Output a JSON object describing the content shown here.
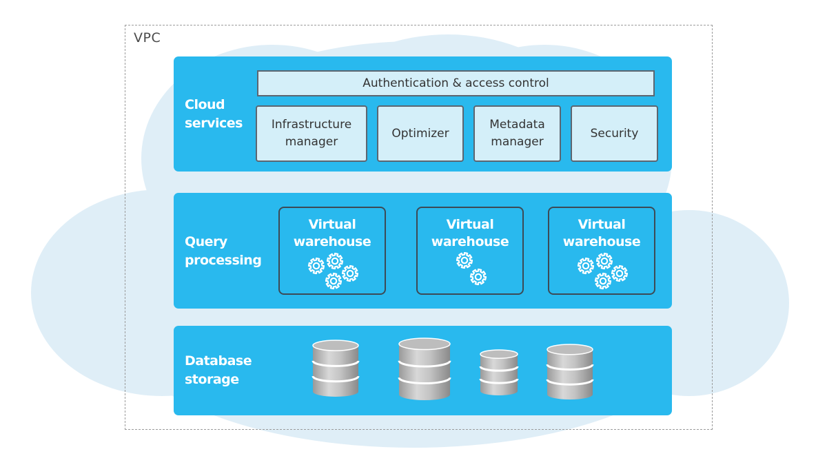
{
  "vpc": {
    "label": "VPC"
  },
  "layers": {
    "cloud_services": {
      "label": "Cloud\nservices",
      "auth_bar": "Authentication & access control",
      "services": [
        {
          "label": "Infrastructure\nmanager"
        },
        {
          "label": "Optimizer"
        },
        {
          "label": "Metadata\nmanager"
        },
        {
          "label": "Security"
        }
      ]
    },
    "query_processing": {
      "label": "Query\nprocessing",
      "warehouses": [
        {
          "label": "Virtual\nwarehouse",
          "gear_count": 4
        },
        {
          "label": "Virtual\nwarehouse",
          "gear_count": 2
        },
        {
          "label": "Virtual\nwarehouse",
          "gear_count": 4
        }
      ]
    },
    "database_storage": {
      "label": "Database\nstorage",
      "databases": [
        {
          "icon": "database-icon"
        },
        {
          "icon": "database-icon"
        },
        {
          "icon": "database-icon"
        },
        {
          "icon": "database-icon"
        }
      ]
    }
  },
  "colors": {
    "layer_fill": "#29b9ee",
    "box_fill": "#d4eff9",
    "cloud_fill": "#dfeef7",
    "vpc_border": "#9a9a9a"
  }
}
